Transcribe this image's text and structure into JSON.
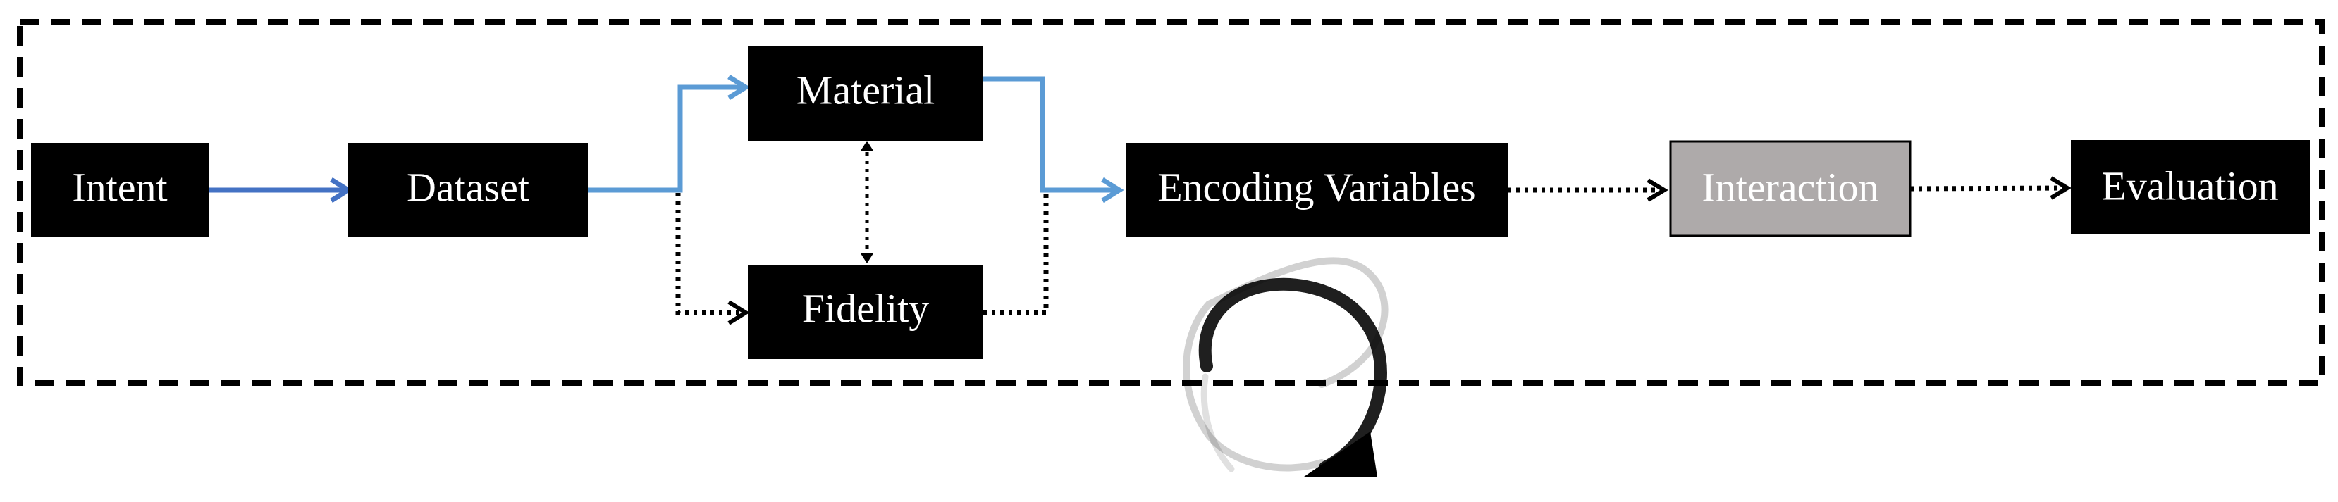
{
  "nodes": {
    "intent": {
      "label": "Intent"
    },
    "dataset": {
      "label": "Dataset"
    },
    "material": {
      "label": "Material"
    },
    "fidelity": {
      "label": "Fidelity"
    },
    "encoding_variables": {
      "label": "Encoding Variables"
    },
    "interaction": {
      "label": "Interaction"
    },
    "evaluation": {
      "label": "Evaluation"
    }
  },
  "colors": {
    "node_fill": "#000000",
    "node_text": "#ffffff",
    "interaction_fill": "#aeaaaa",
    "interaction_text": "#ffffff",
    "primary_arrow": "#4472c4",
    "secondary_arrow": "#5b9bd5",
    "dotted_arrow": "#000000",
    "frame": "#000000"
  },
  "icons": {
    "cycle": "iteration-cycle-icon"
  }
}
